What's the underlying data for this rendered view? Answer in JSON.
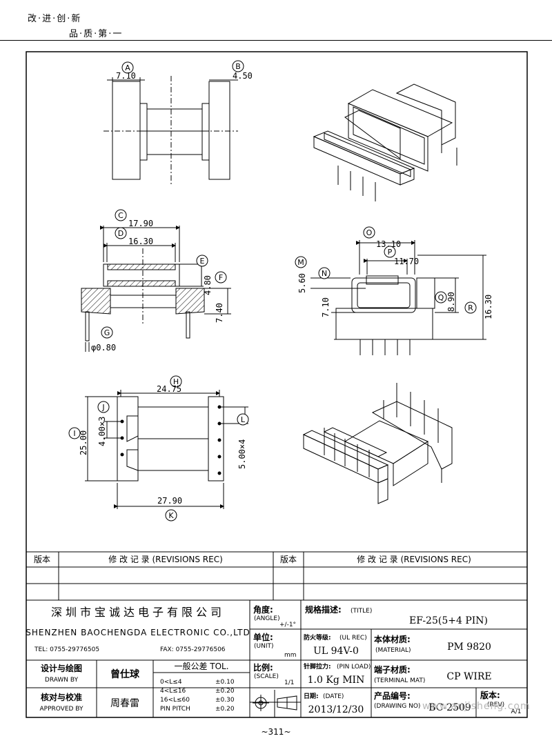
{
  "header": {
    "slogan_line1": "改·进·创·新",
    "slogan_line2": "品·质·第·一"
  },
  "dimensions": {
    "A": "A",
    "A_value": "7.10",
    "B": "B",
    "B_value": "4.50",
    "C": "C",
    "C_value": "17.90",
    "D": "D",
    "D_value": "16.30",
    "E": "E",
    "E_value": "4.80",
    "F": "F",
    "F_value": "7.40",
    "G": "G",
    "G_value": "φ0.80",
    "H": "H",
    "H_value": "24.75",
    "I": "I",
    "I_value": "25.00",
    "J": "J",
    "J_value": "4.00×3",
    "K": "K",
    "K_value": "27.90",
    "L": "L",
    "L_value": "5.00×4",
    "M": "M",
    "M_value": "5.60",
    "N": "N",
    "N_value": "7.10",
    "O": "O",
    "O_value": "13.10",
    "P": "P",
    "P_value": "11.70",
    "Q": "Q",
    "Q_value": "8.90",
    "R": "R",
    "R_value": "16.30"
  },
  "revisions": {
    "col_version": "版本",
    "col_record": "修 改 记 录 (REVISIONS REC)"
  },
  "title_block": {
    "company_cn": "深圳市宝诚达电子有限公司",
    "company_en": "SHENZHEN BAOCHENGDA ELECTRONIC CO.,LTD",
    "tel": "TEL: 0755-29776505",
    "fax": "FAX: 0755-29776506",
    "angle_label": "角度:",
    "angle_sub": "(ANGLE)",
    "angle_value": "+/-1°",
    "unit_label": "单位:",
    "unit_sub": "(UNIT)",
    "unit_value": "mm",
    "scale_label": "比例:",
    "scale_sub": "(SCALE)",
    "scale_value": "1/1",
    "title_label": "规格描述:",
    "title_sub": "(TITLE)",
    "title_value": "EF-25(5+4 PIN)",
    "ul_label": "防火等级:",
    "ul_sub": "(UL REC)",
    "ul_value": "UL 94V-0",
    "material_label": "本体材质:",
    "material_sub": "(MATERIAL)",
    "material_value": "PM 9820",
    "pinload_label": "针脚拉力:",
    "pinload_sub": "(PIN LOAD)",
    "pinload_value": "1.0 Kg MIN",
    "terminal_label": "端子材质:",
    "terminal_sub": "(TERMINAL MAT)",
    "terminal_value": "CP WIRE",
    "date_label": "日期:",
    "date_sub": "(DATE)",
    "date_value": "2013/12/30",
    "drawing_label": "产品编号:",
    "drawing_sub": "(DRAWING NO)",
    "drawing_value": "BC-2509",
    "rev_label": "版本:",
    "rev_sub": "(REV)",
    "rev_value": "A/1",
    "drawn_label": "设计与绘图",
    "drawn_sub": "DRAWN BY",
    "drawn_value": "曾仕球",
    "approved_label": "核对与校准",
    "approved_sub": "APPROVED BY",
    "approved_value": "周春雷",
    "tol_title": "一般公差 TOL.",
    "tol_rows": [
      {
        "range": "0<L≤4",
        "value": "±0.10"
      },
      {
        "range": "4<L≤16",
        "value": "±0.20"
      },
      {
        "range": "16<L≤60",
        "value": "±0.30"
      },
      {
        "range": "PIN PITCH",
        "value": "±0.20"
      }
    ]
  },
  "page_number": "~311~",
  "watermark": "www.anjisheng.com"
}
